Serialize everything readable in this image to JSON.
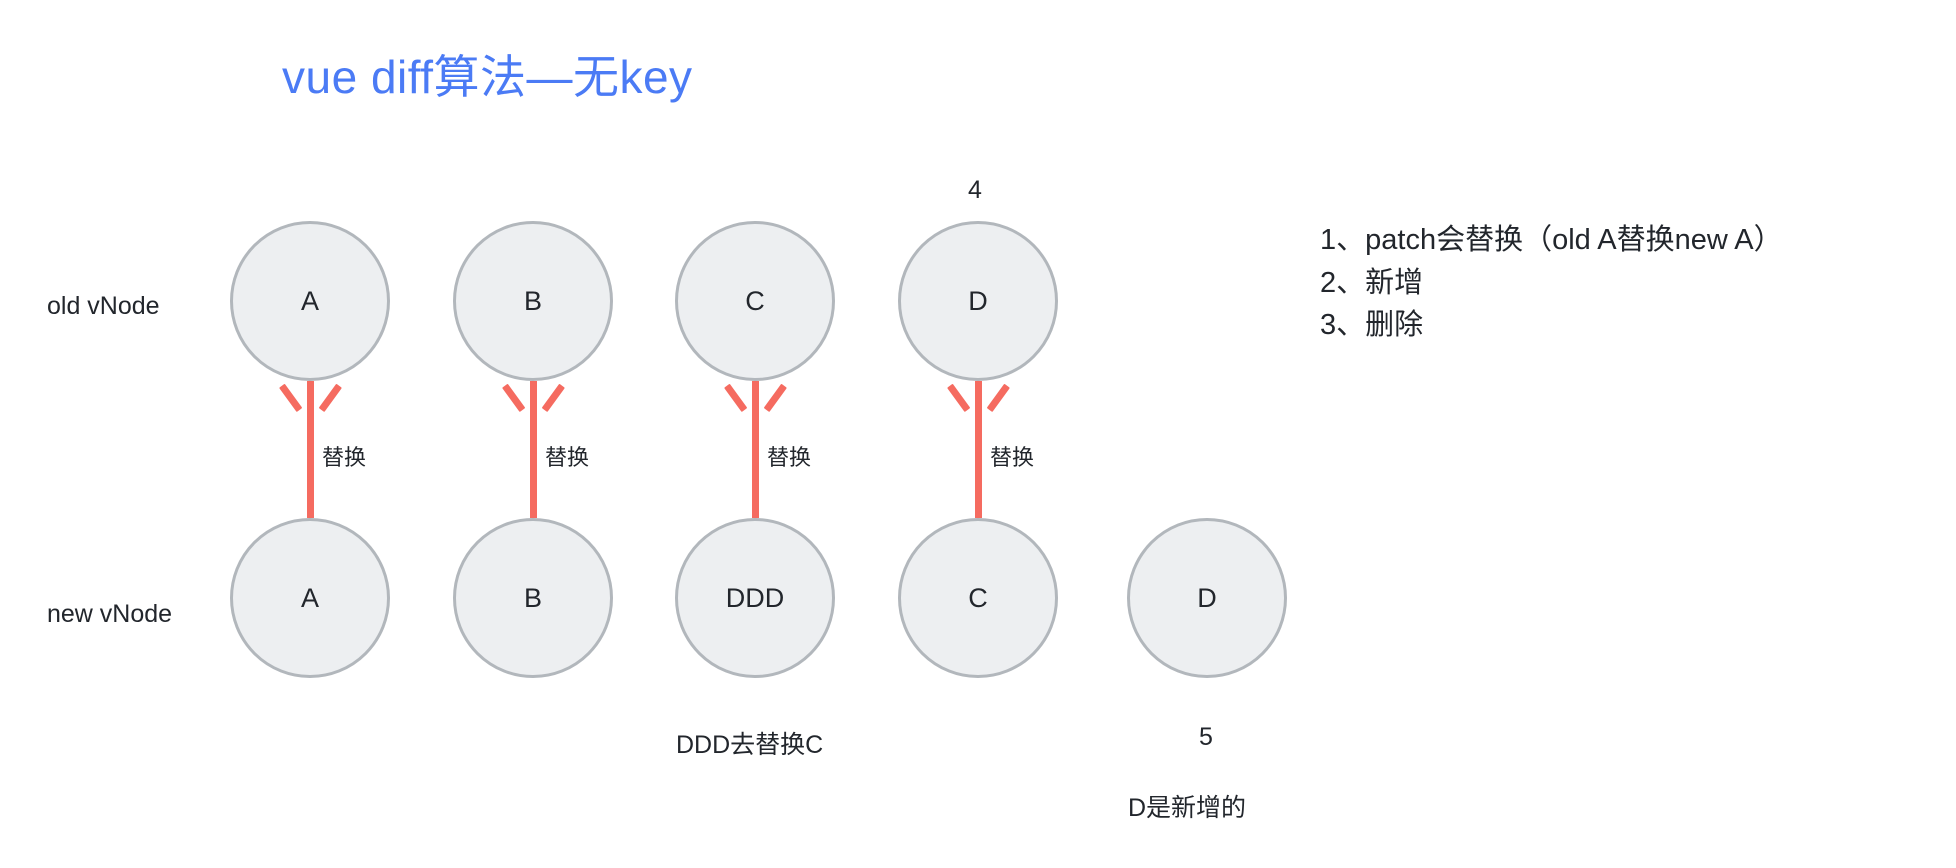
{
  "title": "vue diff算法—无key",
  "colors": {
    "title": "#4b7bf5",
    "arrow": "#f56b60",
    "node_fill": "#edeff1",
    "node_border": "#b2b7bc",
    "text": "#22262c"
  },
  "rows": {
    "old_label": "old vNode",
    "new_label": "new vNode",
    "old_nodes": [
      {
        "label": "A"
      },
      {
        "label": "B"
      },
      {
        "label": "C"
      },
      {
        "label": "D"
      }
    ],
    "new_nodes": [
      {
        "label": "A"
      },
      {
        "label": "B"
      },
      {
        "label": "DDD"
      },
      {
        "label": "C"
      },
      {
        "label": "D"
      }
    ]
  },
  "arrows": [
    {
      "caption": "替换"
    },
    {
      "caption": "替换"
    },
    {
      "caption": "替换"
    },
    {
      "caption": "替换"
    }
  ],
  "markers": {
    "above_old_d": "4",
    "below_new_d": "5"
  },
  "annotations": {
    "ddd_replaces_c": "DDD去替换C",
    "d_is_new": "D是新增的"
  },
  "notes": [
    "1、patch会替换（old A替换new A）",
    "2、新增",
    "3、删除"
  ]
}
